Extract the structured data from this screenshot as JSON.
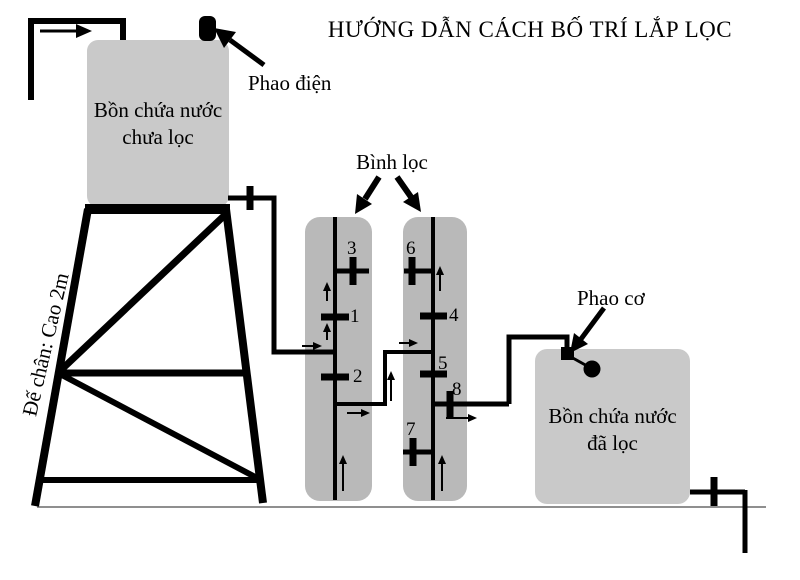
{
  "title": "HƯỚNG DẪN CÁCH BỐ TRÍ LẮP LỌC",
  "labels": {
    "unfiltered_tank_line1": "Bồn chứa nước",
    "unfiltered_tank_line2": "chưa lọc",
    "filtered_tank_line1": "Bồn chứa nước",
    "filtered_tank_line2": "đã lọc",
    "electric_float": "Phao điện",
    "mechanical_float": "Phao cơ",
    "filter_tanks": "Bình lọc",
    "stand_height": "Đế chân: Cao 2m"
  },
  "valve_numbers": [
    "1",
    "2",
    "3",
    "4",
    "5",
    "6",
    "7",
    "8"
  ],
  "colors": {
    "tank_fill": "#c9c9c9",
    "filter_column_fill": "#b9b9b9",
    "line": "#000000",
    "ground_line": "#8f8f8f"
  }
}
